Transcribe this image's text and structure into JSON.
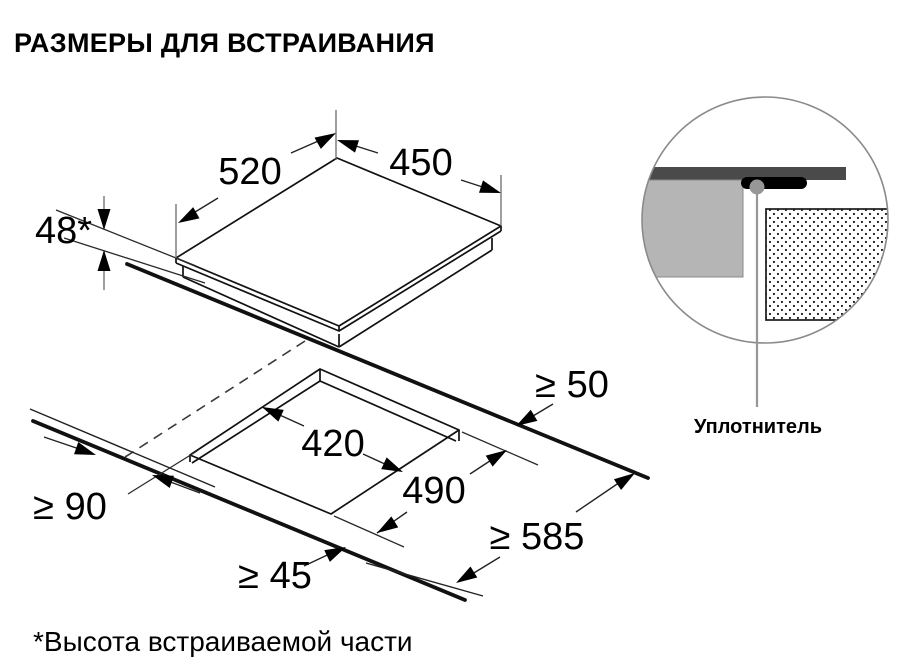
{
  "title": "РАЗМЕРЫ ДЛЯ ВСТРАИВАНИЯ",
  "footnote": "*Высота встраиваемой части",
  "hob": {
    "width_mm": "520",
    "depth_mm": "450",
    "built_in_height_mm": "48*"
  },
  "cutout": {
    "depth_mm": "420",
    "width_mm": "490"
  },
  "clearances": {
    "rear_min_mm": "≥ 50",
    "side_min_mm": "≥ 90",
    "front_min_mm": "≥ 45",
    "worktop_depth_min_mm": "≥ 585"
  },
  "detail": {
    "label": "Уплотнитель"
  },
  "colors": {
    "line": "#111111",
    "hob_plate_section": "#4a4a4a",
    "hob_body_section": "#b5b5b5",
    "callout_gray": "#979797",
    "background": "#ffffff"
  }
}
